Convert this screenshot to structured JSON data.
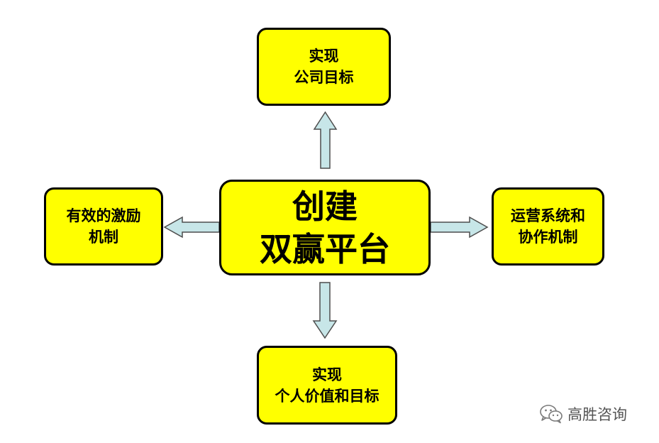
{
  "diagram": {
    "center": {
      "line1": "创建",
      "line2": "双赢平台"
    },
    "top": {
      "line1": "实现",
      "line2": "公司目标"
    },
    "left": {
      "line1": "有效的激励",
      "line2": "机制"
    },
    "right": {
      "line1": "运营系统和",
      "line2": "协作机制"
    },
    "bottom": {
      "line1": "实现",
      "line2": "个人价值和目标"
    }
  },
  "watermark": {
    "icon": "wechat-icon",
    "text": "高胜咨询"
  },
  "colors": {
    "box_fill": "#ffff00",
    "box_border": "#000000",
    "arrow_fill": "#c7e6e8",
    "arrow_stroke": "#4d4d4d",
    "watermark_text": "#555555"
  }
}
